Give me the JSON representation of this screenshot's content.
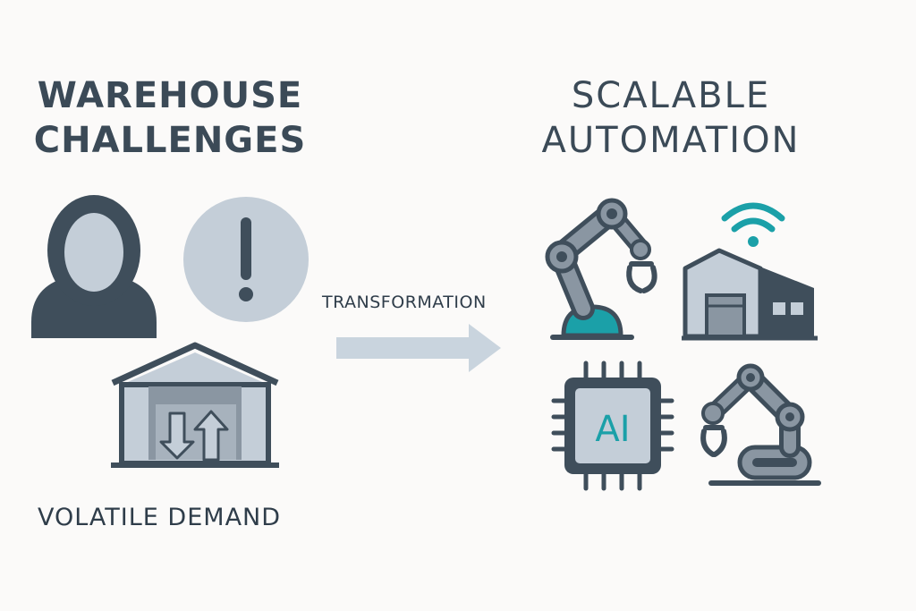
{
  "left": {
    "title_line1": "WAREHOUSE",
    "title_line2": "CHALLENGES",
    "bottom_label": "VOLATILE DEMAND"
  },
  "center": {
    "arrow_label": "TRANSFORMATION"
  },
  "right": {
    "title_line1": "SCALABLE",
    "title_line2": "AUTOMATION",
    "chip_text": "AI"
  },
  "icons": [
    "person-icon",
    "exclamation-icon",
    "warehouse-arrows-icon",
    "right-arrow-icon",
    "robot-arm-icon",
    "smart-warehouse-wifi-icon",
    "ai-chip-icon",
    "mobile-robot-arm-icon"
  ],
  "colors": {
    "dark": "#3f4e5b",
    "mid": "#8a96a2",
    "light": "#c4ced8",
    "accent": "#1ba0a8",
    "arrow": "#c9d4de"
  }
}
